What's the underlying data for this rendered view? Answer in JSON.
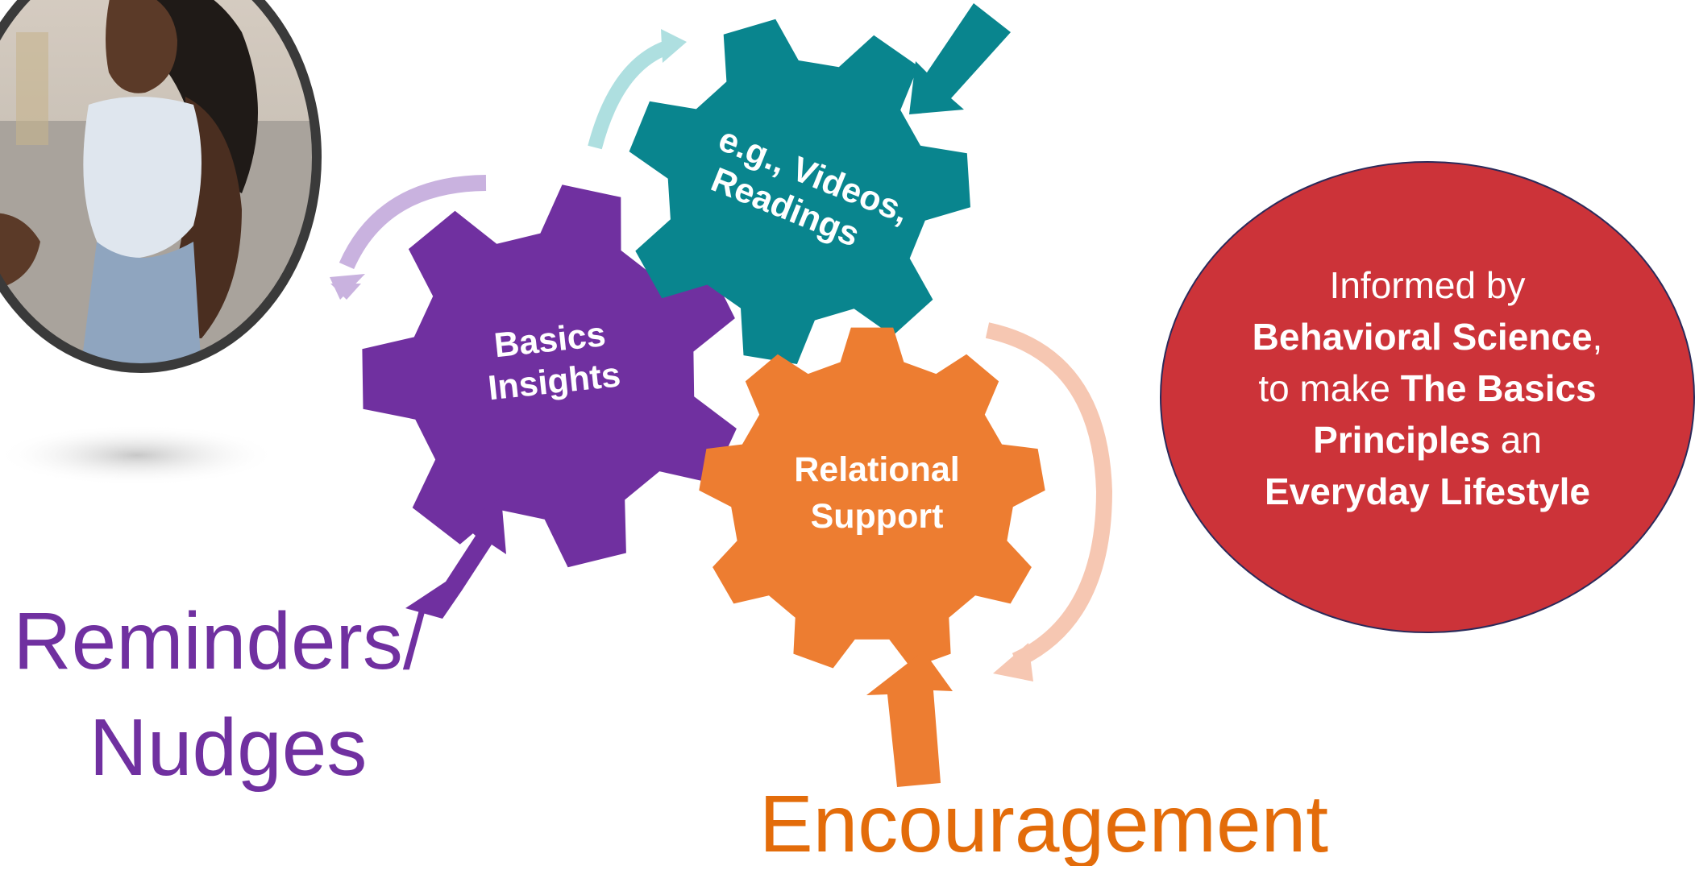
{
  "colors": {
    "teal": "#09858E",
    "teal_light": "#AEDFE0",
    "purple": "#7030A0",
    "purple_light": "#C9B2DF",
    "orange": "#ED7D31",
    "orange_text": "#E36C0A",
    "orange_light": "#F6C7B2",
    "red": "#CC3339"
  },
  "gears": {
    "teal": {
      "line1": "e.g., Videos,",
      "line2": "Readings"
    },
    "purple": {
      "line1": "Basics",
      "line2": "Insights"
    },
    "orange": {
      "line1": "Relational",
      "line2": "Support"
    }
  },
  "labels": {
    "reminders_line1": "Reminders/",
    "reminders_line2": "Nudges",
    "encouragement": "Encouragement"
  },
  "callout": {
    "line1": "Informed by",
    "line2_bold": "Behavioral Science",
    "line2_rest": ",",
    "line3_pre": "to make ",
    "line3_bold": "The Basics",
    "line4_bold": "Principles",
    "line4_rest": " an",
    "line5_bold": "Everyday Lifestyle"
  },
  "photo": {
    "alt": "smiling-woman-photo"
  }
}
